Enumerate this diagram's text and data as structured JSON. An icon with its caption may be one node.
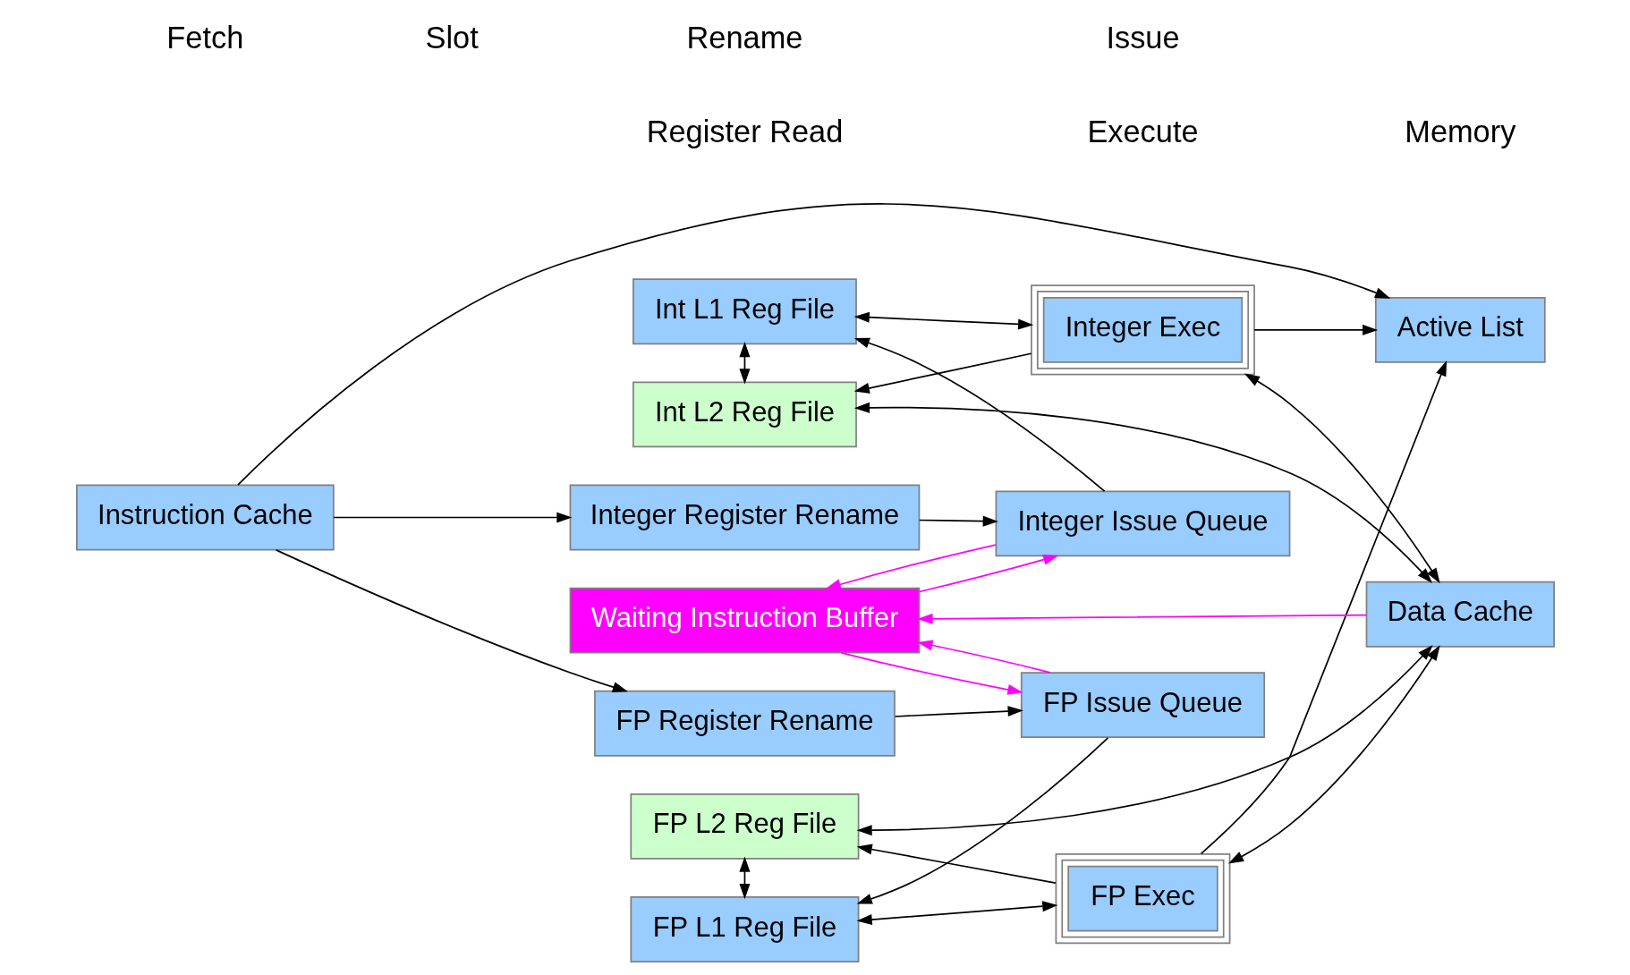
{
  "diagram": {
    "nodes": [
      {
        "text": [
          "Waiting Instruction Buffer"
        ]
      },
      {
        "text": [
          "Integer Register Rename"
        ]
      },
      {
        "text": [
          "Integer Issue Queue"
        ]
      },
      {
        "text": [
          "Int L1 Reg File"
        ]
      },
      {
        "text": [
          "Integer Exec"
        ]
      },
      {
        "text": [
          "Instruction Cache"
        ]
      },
      {
        "text": [
          "Int L2 Reg File"
        ]
      },
      {
        "text": [
          "Data Cache"
        ]
      },
      {
        "text": [
          "FP L2 Reg File"
        ]
      },
      {
        "text": [
          "FP Register Rename"
        ]
      },
      {
        "text": [
          "FP Issue Queue"
        ]
      },
      {
        "text": [
          "FP L1 Reg File"
        ]
      },
      {
        "text": [
          "FP Exec"
        ]
      },
      {
        "text": [
          "Active List"
        ]
      }
    ],
    "edges": [
      {
        "from": 5,
        "to": 1,
        "arrow": "to"
      },
      {
        "from": 5,
        "to": 9,
        "arrow": "to"
      },
      {
        "from": 5,
        "to": 13,
        "arrow": "to"
      },
      {
        "from": 1,
        "to": 2,
        "arrow": "to"
      },
      {
        "from": 2,
        "to": 3,
        "arrow": "to"
      },
      {
        "from": 9,
        "to": 10,
        "arrow": "to"
      },
      {
        "from": 10,
        "to": 11,
        "arrow": "to"
      },
      {
        "from": 0,
        "to": 2,
        "arrow": "to",
        "color": "#ff00ff"
      },
      {
        "from": 0,
        "to": 10,
        "arrow": "to",
        "color": "#ff00ff"
      },
      {
        "from": 2,
        "to": 0,
        "arrow": "to",
        "color": "#ff00ff"
      },
      {
        "from": 10,
        "to": 0,
        "arrow": "to",
        "color": "#ff00ff"
      },
      {
        "from": 7,
        "to": 0,
        "arrow": "to",
        "color": "#ff00ff"
      },
      {
        "from": 3,
        "to": 4,
        "arrow": "both"
      },
      {
        "from": 3,
        "to": 6,
        "arrow": "both"
      },
      {
        "from": 4,
        "to": 6,
        "arrow": "to"
      },
      {
        "from": 4,
        "to": 7,
        "arrow": "both"
      },
      {
        "from": 6,
        "to": 7,
        "arrow": "both"
      },
      {
        "from": 8,
        "to": 7,
        "arrow": "both"
      },
      {
        "from": 12,
        "to": 8,
        "arrow": "to"
      },
      {
        "from": 8,
        "to": 11,
        "arrow": "both"
      },
      {
        "from": 11,
        "to": 12,
        "arrow": "both"
      },
      {
        "from": 12,
        "to": 7,
        "arrow": "both"
      },
      {
        "from": 4,
        "to": 13,
        "arrow": "to"
      },
      {
        "from": 12,
        "to": 13,
        "arrow": "to"
      }
    ],
    "labels": [
      "Fetch",
      "Slot",
      "Rename",
      "Issue",
      "Register Read",
      "Execute",
      "Memory"
    ]
  }
}
